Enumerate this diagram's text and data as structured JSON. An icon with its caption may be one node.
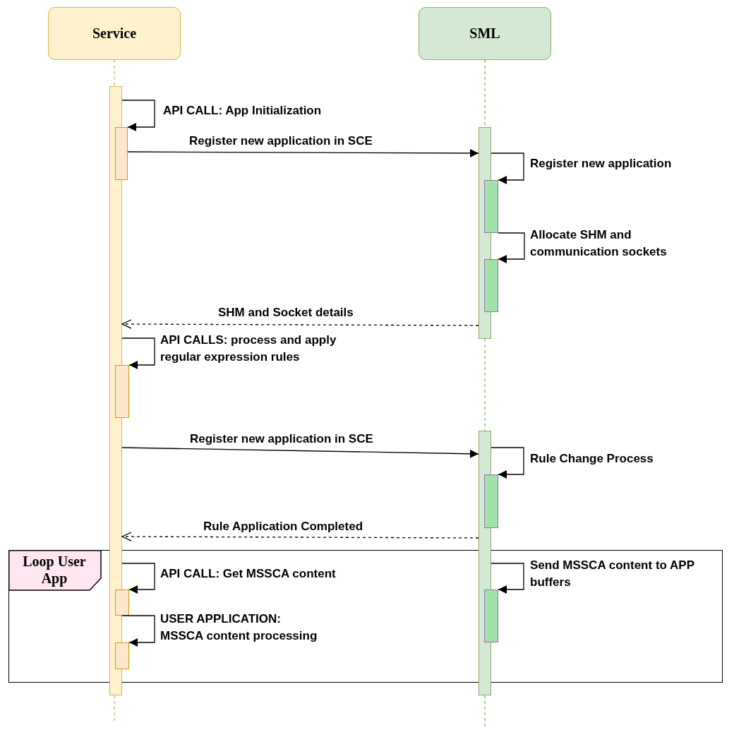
{
  "diagram": {
    "nodes": [
      {
        "text": [
          "Service"
        ]
      },
      {
        "text": [
          "SML"
        ]
      },
      {
        "text": [],
        "shape": "bar"
      },
      {
        "text": [],
        "shape": "bar"
      },
      {
        "text": [],
        "shape": "bar"
      },
      {
        "text": [],
        "shape": "bar"
      },
      {
        "text": [],
        "shape": "bar"
      },
      {
        "text": [],
        "shape": "bar"
      },
      {
        "text": [],
        "shape": "bar"
      },
      {
        "text": [],
        "shape": "bar"
      },
      {
        "text": [
          "Loop User App"
        ]
      },
      {
        "text": [],
        "shape": "bar",
        "in": 10
      },
      {
        "text": [],
        "shape": "bar",
        "in": 10
      },
      {
        "text": [],
        "shape": "bar",
        "in": 10
      }
    ],
    "edges": [
      {
        "from": 0,
        "to": 2,
        "arrow": "none",
        "style": "dashed",
        "color": "#d6b656"
      },
      {
        "from": 1,
        "to": 4,
        "arrow": "none",
        "style": "dashed",
        "color": "#82b366"
      },
      {
        "from": 4,
        "to": 8,
        "arrow": "none",
        "style": "dashed",
        "color": "#82b366"
      },
      {
        "from": 2,
        "to": 3,
        "arrow": "to",
        "label": "API CALL: App Initialization"
      },
      {
        "from": 3,
        "to": 4,
        "arrow": "to",
        "label": "Register new application in SCE"
      },
      {
        "from": 4,
        "to": 5,
        "arrow": "to",
        "label": "Register new application"
      },
      {
        "from": 5,
        "to": 6,
        "arrow": "to",
        "label": "Allocate SHM and communication sockets"
      },
      {
        "from": 4,
        "to": 2,
        "arrow": "to",
        "style": "dashed",
        "label": "SHM and Socket details"
      },
      {
        "from": 2,
        "to": 7,
        "arrow": "to",
        "label": "API CALLS: process and apply regular expression rules"
      },
      {
        "from": 2,
        "to": 8,
        "arrow": "to",
        "label": "Register new application in SCE"
      },
      {
        "from": 8,
        "to": 9,
        "arrow": "to",
        "label": "Rule Change Process"
      },
      {
        "from": 8,
        "to": 2,
        "arrow": "to",
        "style": "dashed",
        "label": "Rule Application Completed"
      },
      {
        "from": 2,
        "to": 11,
        "arrow": "to",
        "label": "API CALL: Get MSSCA content"
      },
      {
        "from": 8,
        "to": 12,
        "arrow": "to",
        "label": "Send MSSCA content to APP buffers"
      },
      {
        "from": 2,
        "to": 13,
        "arrow": "to",
        "label": "USER APPLICATION: MSSCA content processing"
      }
    ]
  }
}
